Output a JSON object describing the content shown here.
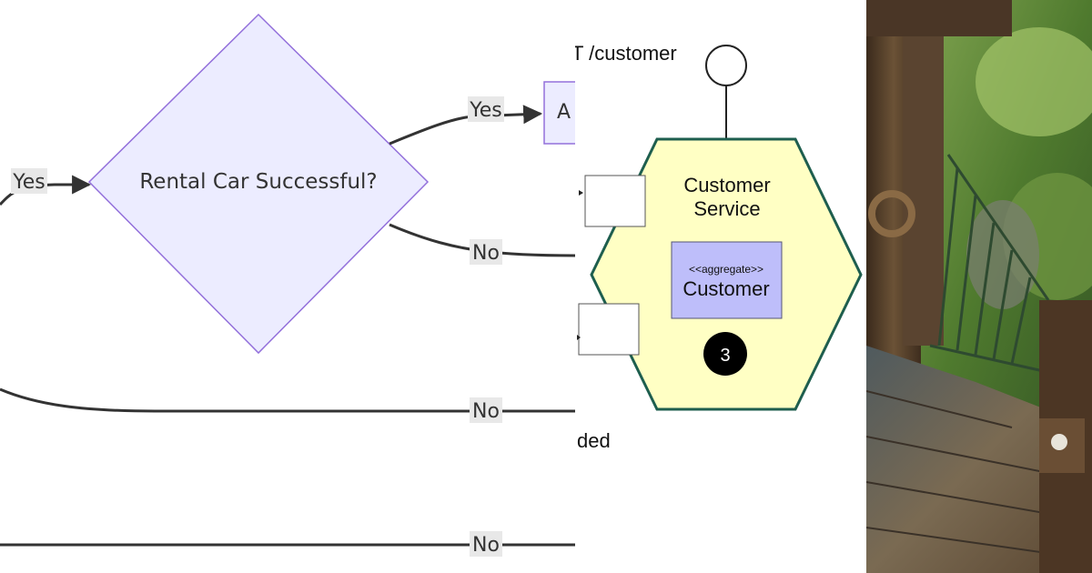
{
  "flowchart": {
    "decision_label": "Rental Car Successful?",
    "edge_labels": {
      "incoming_yes": "Yes",
      "top_yes": "Yes",
      "middle_no": "No",
      "lower_no": "No",
      "bottom_no": "No"
    },
    "clipped_node_label": "A",
    "colors": {
      "node_fill": "#ECECFF",
      "node_stroke": "#9370DB",
      "edge": "#333333",
      "label_bg": "#E8E8E8"
    }
  },
  "hexagon_diagram": {
    "endpoint_label": "T /customer",
    "service_label_line1": "Customer",
    "service_label_line2": "Service",
    "aggregate_stereotype": "<<aggregate>>",
    "aggregate_name": "Customer",
    "badge_number": "3",
    "bottom_label": "ded",
    "colors": {
      "hexagon_fill": "#FFFFC4",
      "hexagon_stroke": "#1E5E4E",
      "aggregate_fill": "#BEBEFA",
      "badge_fill": "#000000"
    }
  },
  "photo": {
    "subject": "treehouse-staircase"
  }
}
